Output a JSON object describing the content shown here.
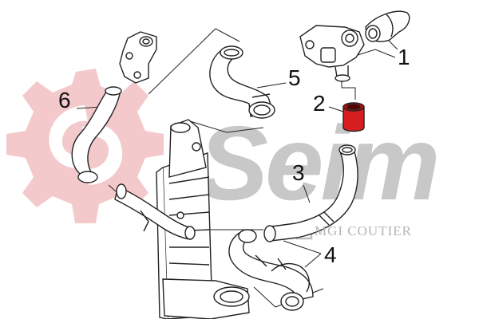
{
  "callouts": {
    "part1": "1",
    "part2": "2",
    "part3": "3",
    "part4": "4",
    "part5": "5",
    "part6": "6"
  },
  "watermark": {
    "brand_word": "Seim",
    "sub_brand": "MGI COUTIER"
  },
  "colors": {
    "gear": "#f4c9cc",
    "brand_text": "#c8c8c8",
    "highlight": "#d81e1e",
    "line": "#222222"
  }
}
